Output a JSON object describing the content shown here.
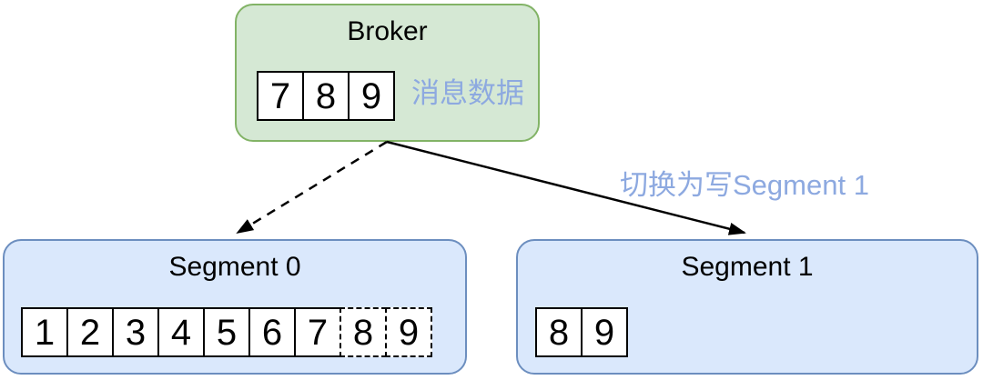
{
  "diagram": {
    "broker": {
      "title": "Broker",
      "cells": [
        "7",
        "8",
        "9"
      ],
      "cells_annotation": "消息数据"
    },
    "segment0": {
      "title": "Segment 0",
      "committed_cells": [
        "1",
        "2",
        "3",
        "4",
        "5",
        "6",
        "7"
      ],
      "pending_cells": [
        "8",
        "9"
      ]
    },
    "segment1": {
      "title": "Segment 1",
      "cells": [
        "8",
        "9"
      ]
    },
    "arrow_label": "切换为写Segment 1",
    "colors": {
      "broker_fill": "#d5e8d4",
      "broker_border": "#82b366",
      "segment_fill": "#dae8fc",
      "segment_border": "#6c8ebf",
      "annotation_text": "#8da9e0",
      "cell_fill": "#ffffff",
      "cell_border": "#000000",
      "arrow": "#000000"
    }
  }
}
